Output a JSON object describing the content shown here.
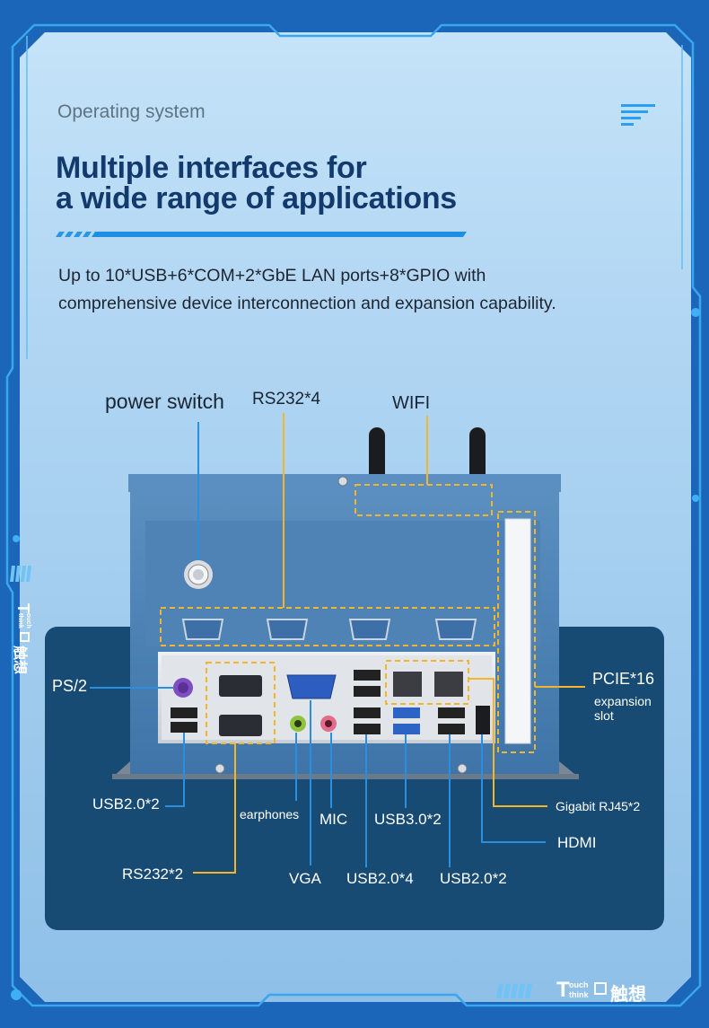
{
  "header": {
    "subtitle": "Operating system",
    "title_line1": "Multiple interfaces for",
    "title_line2": "a wide range of applications",
    "intro": "Up to 10*USB+6*COM+2*GbE LAN ports+8*GPIO with comprehensive device interconnection and expansion capability."
  },
  "labels": {
    "power_switch": "power switch",
    "rs232_4": "RS232*4",
    "wifi": "WIFI",
    "ps2": "PS/2",
    "pcie": "PCIE*16",
    "expansion": "expansion",
    "slot": "slot",
    "usb20_2_left": "USB2.0*2",
    "rs232_2": "RS232*2",
    "earphones": "earphones",
    "mic": "MIC",
    "vga": "VGA",
    "usb30_2": "USB3.0*2",
    "usb20_4": "USB2.0*4",
    "usb20_2_right": "USB2.0*2",
    "gigabit": "Gigabit RJ45*2",
    "hdmi": "HDMI"
  },
  "brand": {
    "logo_latin_top": "ouch",
    "logo_latin_bottom": "think",
    "logo_initial": "T",
    "logo_cn": "触想"
  },
  "colors": {
    "background": "#1b66b8",
    "accent": "#1ea0f0",
    "callout_yellow": "#f3b62a",
    "callout_blue": "#2b8fe0",
    "dark_panel": "#174b73"
  }
}
